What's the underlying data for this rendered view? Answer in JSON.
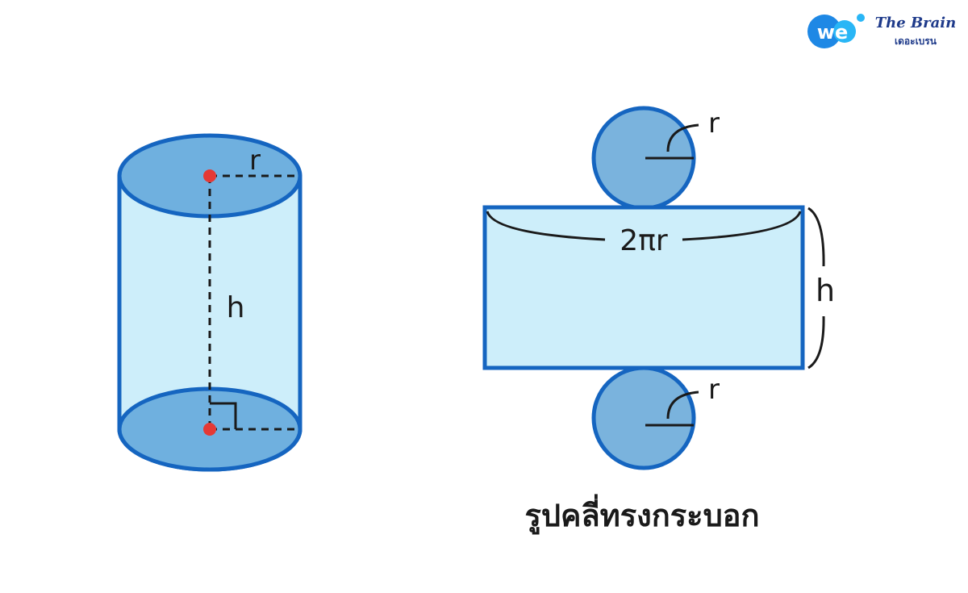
{
  "logos": {
    "we_text": "we",
    "brain_line1": "The Brain",
    "brain_line2": "เดอะเบรน",
    "we_color": "#1E88E5",
    "brain_color": "#1E3A8A"
  },
  "cylinder": {
    "radius_label": "r",
    "height_label": "h"
  },
  "net": {
    "top_circle_label": "r",
    "bottom_circle_label": "r",
    "circumference_label": "2πr",
    "height_label": "h",
    "caption": "รูปคลี่ทรงกระบอก"
  },
  "colors": {
    "outline": "#1565C0",
    "face_fill": "#cdeefa",
    "cap_fill": "#6fb0df",
    "circle_fill": "#7ab3dd",
    "center_point": "#e53935"
  }
}
